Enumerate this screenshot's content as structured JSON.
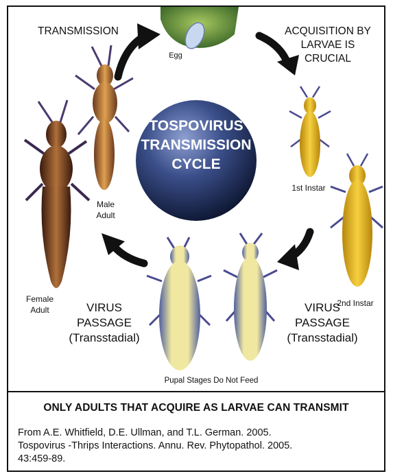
{
  "diagram": {
    "center_label": [
      "TOSPOVIRUS",
      "TRANSMISSION",
      "CYCLE"
    ],
    "labels": {
      "transmission": "TRANSMISSION",
      "acquisition": [
        "ACQUISITION BY",
        "LARVAE IS",
        "CRUCIAL"
      ],
      "egg": "Egg",
      "first_instar": "1st Instar",
      "second_instar": "2nd Instar",
      "male_adult": [
        "Male",
        "Adult"
      ],
      "female_adult": [
        "Female",
        "Adult"
      ],
      "virus_passage_left": [
        "VIRUS",
        "PASSAGE",
        "(Transstadial)"
      ],
      "virus_passage_right": [
        "VIRUS",
        "PASSAGE",
        "(Transstadial)"
      ],
      "pupal": "Pupal Stages Do Not Feed"
    }
  },
  "footer": {
    "headline": "ONLY ADULTS THAT ACQUIRE AS LARVAE CAN TRANSMIT",
    "citation": [
      "From A.E. Whitfield, D.E. Ullman, and T.L. German. 2005.",
      "Tospovirus -Thrips Interactions.  Annu. Rev. Phytopathol. 2005.",
      "43:459-89."
    ]
  },
  "colors": {
    "center_dark": "#1a2a55",
    "center_light": "#6c7fb8",
    "arrow": "#111111",
    "larva": "#e8b820",
    "adult": "#6a3a22",
    "pupa": "#d8c878"
  }
}
